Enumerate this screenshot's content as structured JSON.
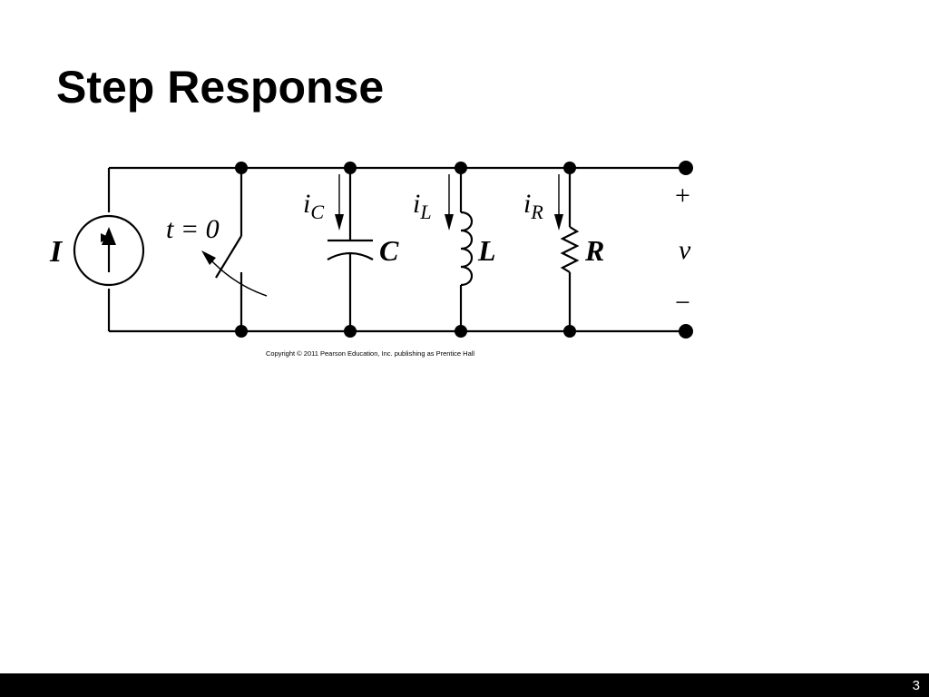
{
  "slide": {
    "title": "Step Response",
    "page_number": "3"
  },
  "circuit": {
    "source_label": "I",
    "switch_label": "t = 0",
    "capacitor_current": {
      "base": "i",
      "sub": "C"
    },
    "inductor_current": {
      "base": "i",
      "sub": "L"
    },
    "resistor_current": {
      "base": "i",
      "sub": "R"
    },
    "capacitor_label": "C",
    "inductor_label": "L",
    "resistor_label": "R",
    "voltage_label": "v",
    "plus_sign": "+",
    "minus_sign": "−",
    "copyright": "Copyright © 2011 Pearson Education, Inc. publishing as Prentice Hall"
  }
}
